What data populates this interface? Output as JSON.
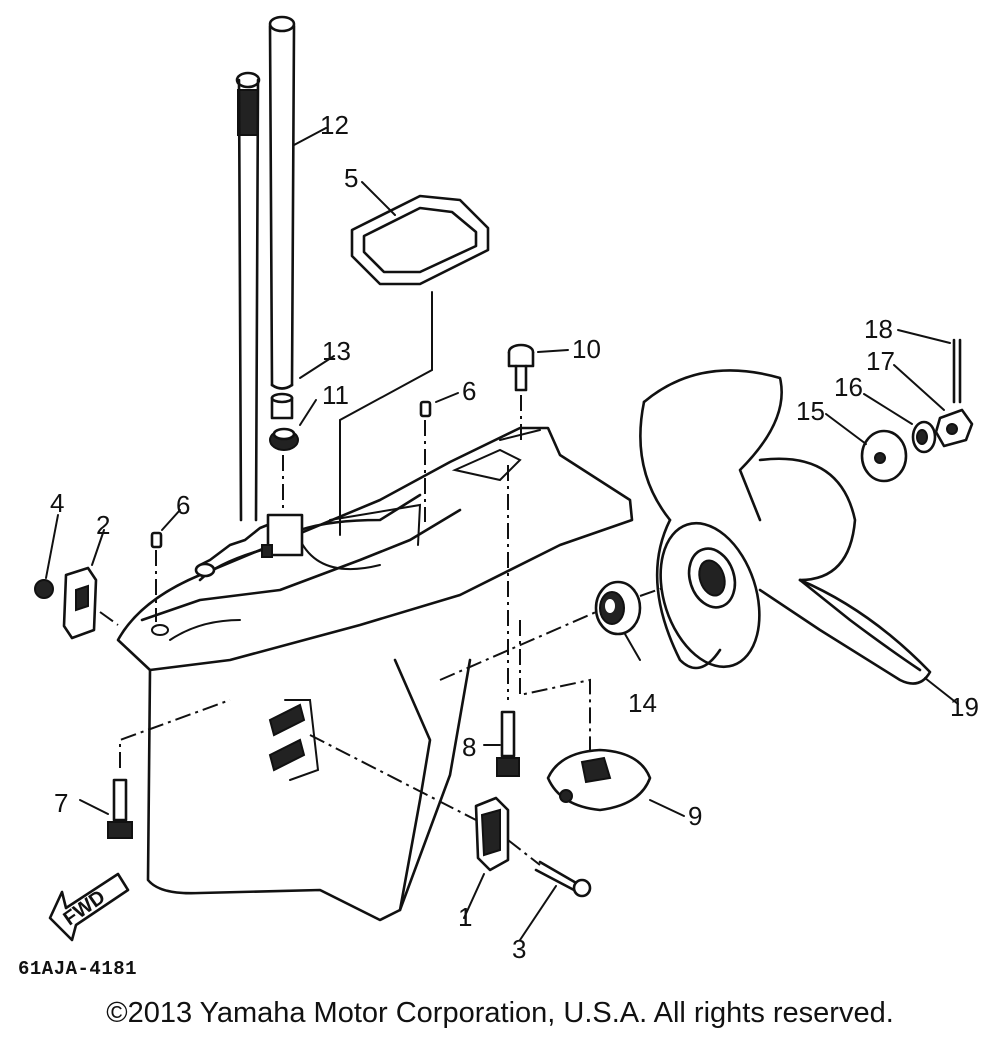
{
  "diagram_code": "61AJA-4181",
  "copyright": "©2013 Yamaha Motor Corporation, U.S.A. All rights reserved.",
  "fwd_label": "FWD",
  "callouts": {
    "c1": "1",
    "c2": "2",
    "c3": "3",
    "c4": "4",
    "c5": "5",
    "c6a": "6",
    "c6b": "6",
    "c7": "7",
    "c8": "8",
    "c9": "9",
    "c10": "10",
    "c11": "11",
    "c12": "12",
    "c13": "13",
    "c14": "14",
    "c15": "15",
    "c16": "16",
    "c17": "17",
    "c18": "18",
    "c19": "19"
  }
}
